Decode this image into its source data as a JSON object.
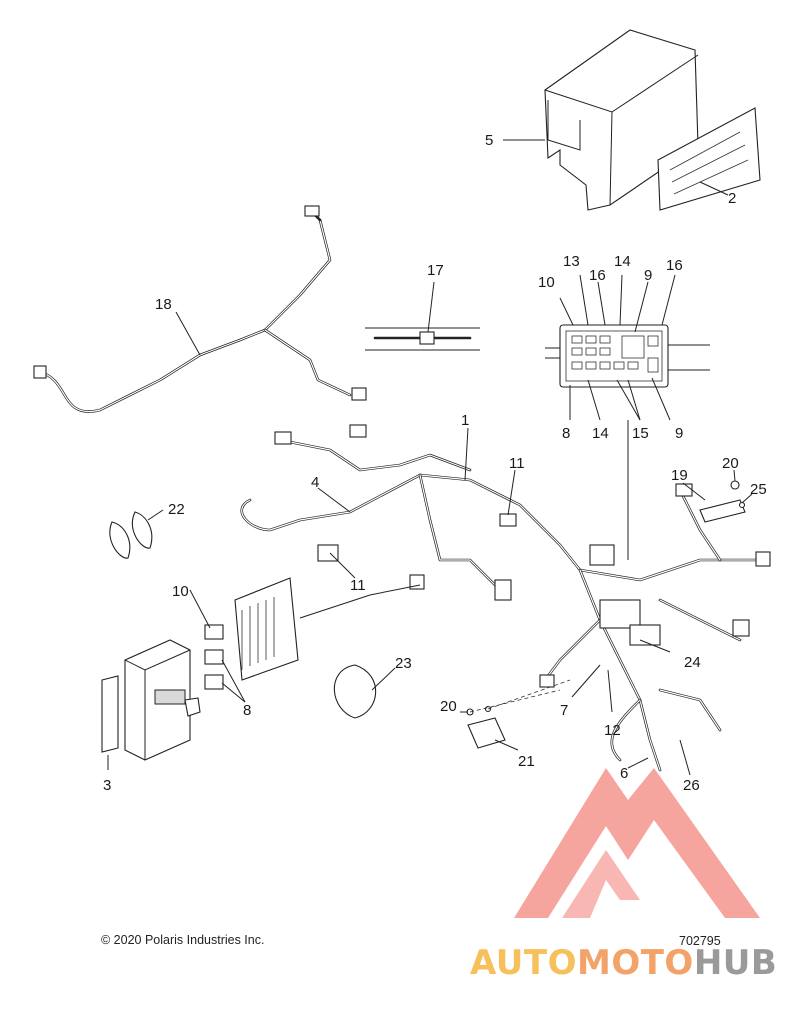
{
  "diagram": {
    "callouts": [
      {
        "id": "c1",
        "text": "1"
      },
      {
        "id": "c2",
        "text": "2"
      },
      {
        "id": "c3",
        "text": "3"
      },
      {
        "id": "c4",
        "text": "4"
      },
      {
        "id": "c5",
        "text": "5"
      },
      {
        "id": "c6",
        "text": "6"
      },
      {
        "id": "c7",
        "text": "7"
      },
      {
        "id": "c8a",
        "text": "8"
      },
      {
        "id": "c8b",
        "text": "8"
      },
      {
        "id": "c9a",
        "text": "9"
      },
      {
        "id": "c9b",
        "text": "9"
      },
      {
        "id": "c10a",
        "text": "10"
      },
      {
        "id": "c10b",
        "text": "10"
      },
      {
        "id": "c11a",
        "text": "11"
      },
      {
        "id": "c11b",
        "text": "11"
      },
      {
        "id": "c12",
        "text": "12"
      },
      {
        "id": "c13",
        "text": "13"
      },
      {
        "id": "c14a",
        "text": "14"
      },
      {
        "id": "c14b",
        "text": "14"
      },
      {
        "id": "c15",
        "text": "15"
      },
      {
        "id": "c16a",
        "text": "16"
      },
      {
        "id": "c16b",
        "text": "16"
      },
      {
        "id": "c17",
        "text": "17"
      },
      {
        "id": "c18",
        "text": "18"
      },
      {
        "id": "c19",
        "text": "19"
      },
      {
        "id": "c20a",
        "text": "20"
      },
      {
        "id": "c20b",
        "text": "20"
      },
      {
        "id": "c21",
        "text": "21"
      },
      {
        "id": "c22",
        "text": "22"
      },
      {
        "id": "c23",
        "text": "23"
      },
      {
        "id": "c24",
        "text": "24"
      },
      {
        "id": "c25",
        "text": "25"
      },
      {
        "id": "c26",
        "text": "26"
      }
    ]
  },
  "footer": {
    "copyright": "© 2020 Polaris Industries Inc.",
    "diagram_number": "702795"
  },
  "watermark": {
    "part1": "AUTO",
    "part2": "MOTO",
    "part3": "HUB",
    "colors": {
      "auto": "#f6c15d",
      "moto": "#f3a36a",
      "hub": "#9a9a9a",
      "logo": "#ee5a4f"
    }
  }
}
